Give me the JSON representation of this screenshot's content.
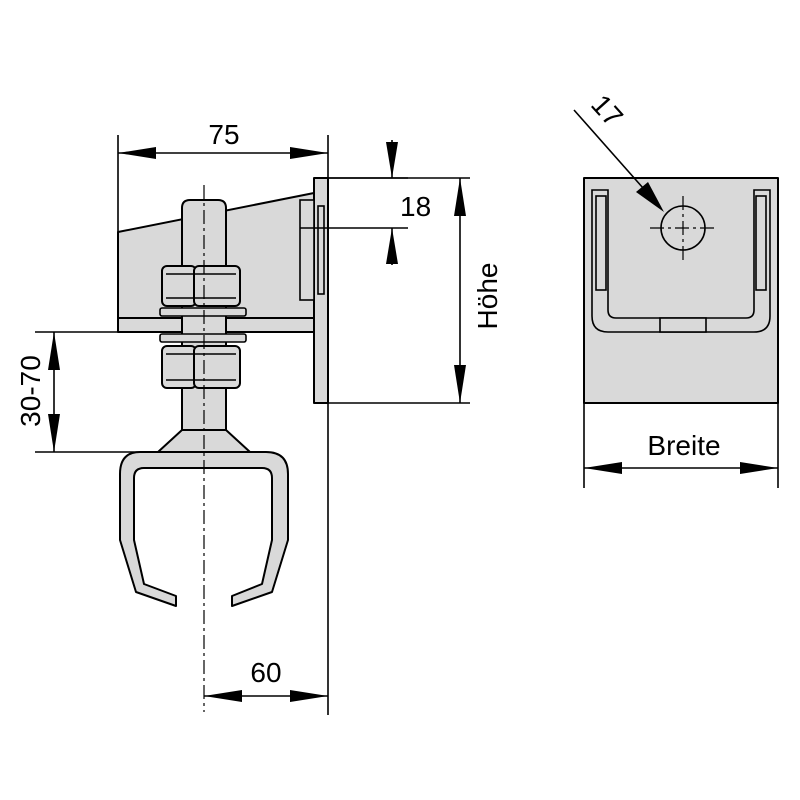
{
  "dimensions": {
    "width_top": "75",
    "slot_height": "18",
    "height_label": "Höhe",
    "adjust_range": "30-70",
    "offset_bottom": "60",
    "hole_diameter": "17",
    "width_label": "Breite"
  }
}
